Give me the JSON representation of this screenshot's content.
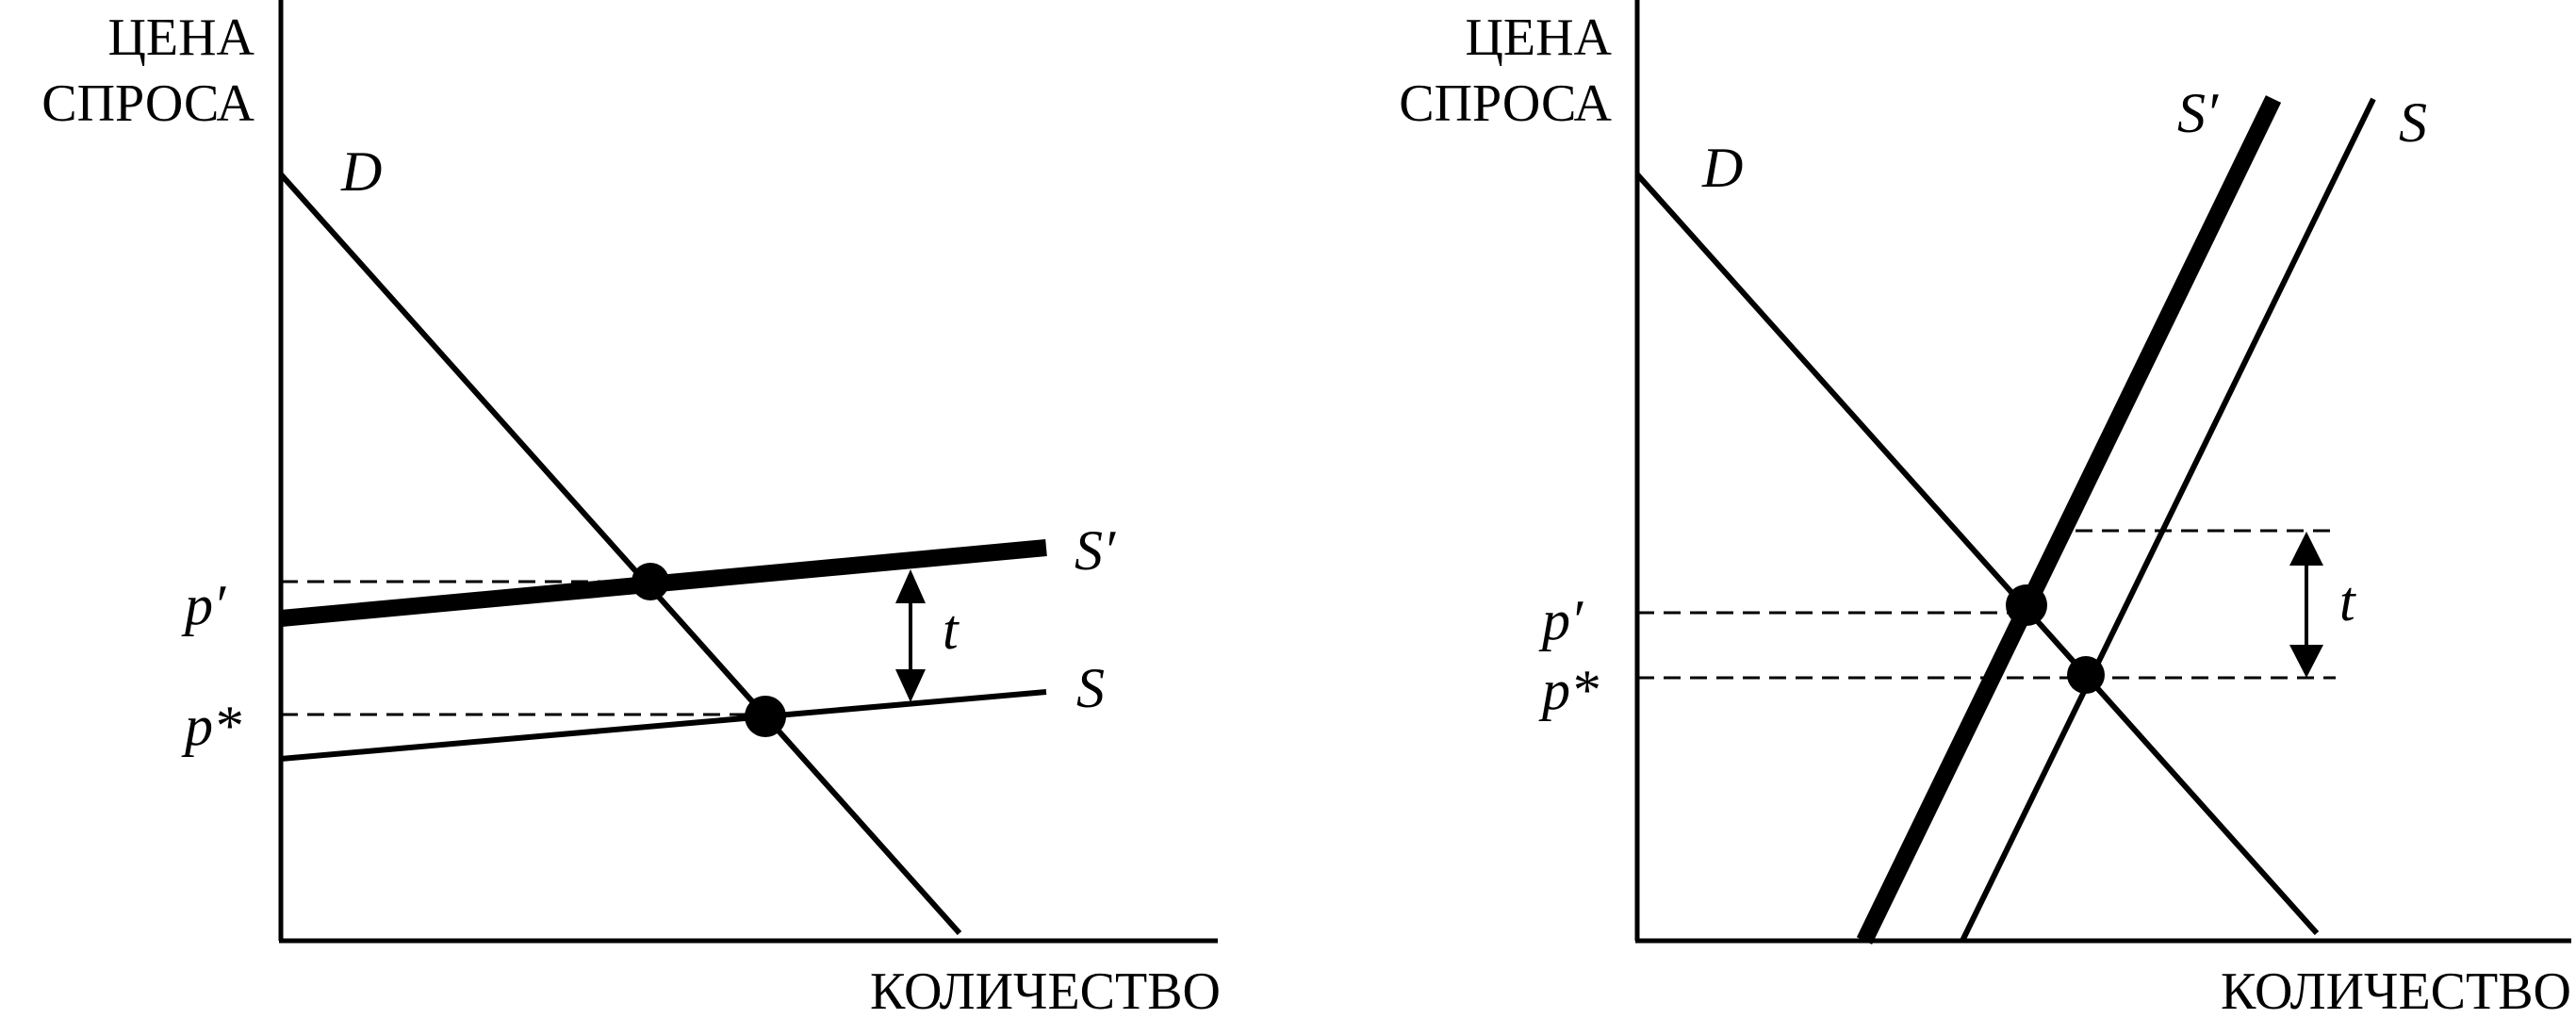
{
  "panels": [
    {
      "id": "left",
      "ylabel": [
        "ЦЕНА",
        "СПРОСА"
      ],
      "xlabel": "КОЛИЧЕСТВО",
      "demand_label": "D",
      "supply_label": "S",
      "shifted_supply_label": "S′",
      "tax_label": "t",
      "price_labels": [
        "p′",
        "p*"
      ]
    },
    {
      "id": "right",
      "ylabel": [
        "ЦЕНА",
        "СПРОСА"
      ],
      "xlabel": "КОЛИЧЕСТВО",
      "demand_label": "D",
      "supply_label": "S",
      "shifted_supply_label": "S′",
      "tax_label": "t",
      "price_labels": [
        "p′",
        "p*"
      ]
    }
  ],
  "colors": {
    "ink": "#000000",
    "background": "#ffffff"
  }
}
